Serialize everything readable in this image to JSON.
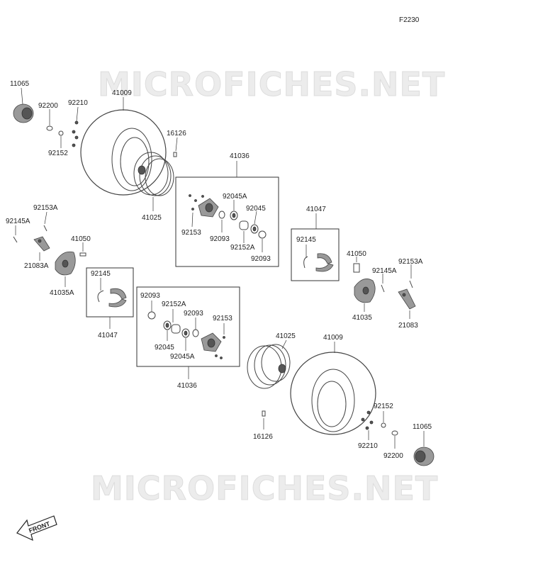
{
  "figure_code": "F2230",
  "watermark": "MICROFICHES.NET",
  "front_label": "FRONT",
  "callouts": {
    "c11065a": "11065",
    "c41009a": "41009",
    "c92200a": "92200",
    "c92210a": "92210",
    "c92152a": "92152",
    "c16126a": "16126",
    "c41025a": "41025",
    "c41036a": "41036",
    "c92045Aa": "92045A",
    "c92045a": "92045",
    "c92153a": "92153",
    "c92093a": "92093",
    "c92152Aa": "92152A",
    "c92093b": "92093",
    "c41047a": "41047",
    "c92145a": "92145",
    "c92153Aa": "92153A",
    "c92145Aa": "92145A",
    "c41050a": "41050",
    "c21083Aa": "21083A",
    "c41035Aa": "41035A",
    "c41050b": "41050",
    "c92145Ab": "92145A",
    "c92153Ab": "92153A",
    "c41035a": "41035",
    "c21083a": "21083",
    "c92145b": "92145",
    "c41047b": "41047",
    "c92093c": "92093",
    "c92152Ab": "92152A",
    "c92093d": "92093",
    "c92153b": "92153",
    "c92045b": "92045",
    "c92045Ab": "92045A",
    "c41036b": "41036",
    "c41025b": "41025",
    "c41009b": "41009",
    "c92152b": "92152",
    "c92210b": "92210",
    "c92200b": "92200",
    "c16126b": "16126",
    "c11065b": "11065"
  }
}
